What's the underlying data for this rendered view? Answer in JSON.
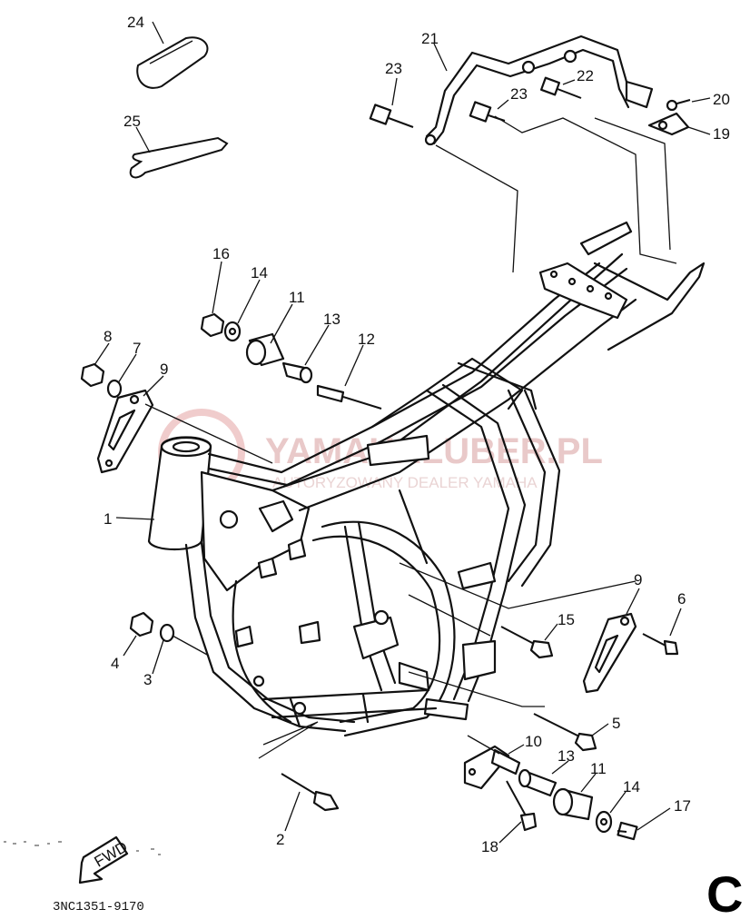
{
  "diagram": {
    "part_code": "3NC1351-9170",
    "section_letter": "C",
    "fwd_label": "FWD",
    "watermark": {
      "brand": "YAMAHALUBER.PL",
      "tagline": "AUTORYZOWANY DEALER YAMAHA"
    },
    "callouts": {
      "c1": "1",
      "c2": "2",
      "c3": "3",
      "c4": "4",
      "c5": "5",
      "c6": "6",
      "c7": "7",
      "c8": "8",
      "c9a": "9",
      "c9b": "9",
      "c10": "10",
      "c11a": "11",
      "c11b": "11",
      "c12": "12",
      "c13a": "13",
      "c13b": "13",
      "c14a": "14",
      "c14b": "14",
      "c15": "15",
      "c16": "16",
      "c17": "17",
      "c18": "18",
      "c19": "19",
      "c20": "20",
      "c21": "21",
      "c22": "22",
      "c23a": "23",
      "c23b": "23",
      "c24": "24",
      "c25": "25"
    }
  }
}
